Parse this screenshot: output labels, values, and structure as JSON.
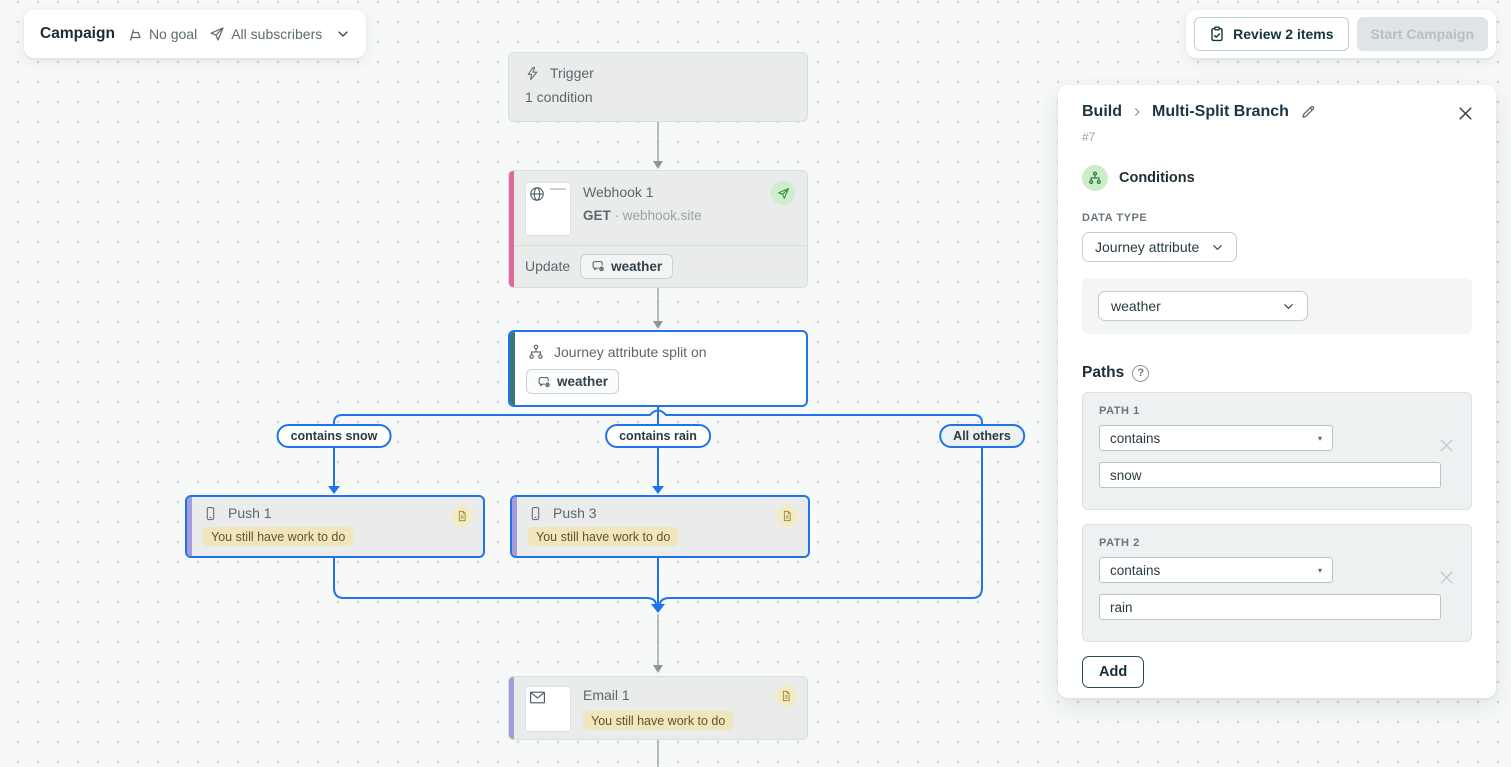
{
  "canvas": {
    "campaign_bar": {
      "title": "Campaign",
      "goal_label": "No goal",
      "audience_label": "All subscribers"
    },
    "actions": {
      "review_label": "Review 2 items",
      "start_label": "Start Campaign"
    },
    "nodes": {
      "trigger": {
        "title": "Trigger",
        "subtitle": "1 condition"
      },
      "webhook": {
        "title": "Webhook 1",
        "method": "GET",
        "separator": "·",
        "url": "webhook.site",
        "action_label": "Update",
        "chip": "weather"
      },
      "split": {
        "title": "Journey attribute split on",
        "chip": "weather"
      },
      "push1": {
        "title": "Push 1",
        "status": "You still have work to do"
      },
      "push3": {
        "title": "Push 3",
        "status": "You still have work to do"
      },
      "email1": {
        "title": "Email 1",
        "status": "You still have work to do"
      }
    },
    "branches": [
      "contains snow",
      "contains rain",
      "All others"
    ]
  },
  "panel": {
    "breadcrumb": {
      "section": "Build",
      "title": "Multi-Split Branch"
    },
    "node_id": "#7",
    "conditions_label": "Conditions",
    "data_type": {
      "label": "DATA TYPE",
      "value": "Journey attribute"
    },
    "attribute_select": {
      "value": "weather"
    },
    "paths": {
      "label": "Paths",
      "items": [
        {
          "label": "PATH 1",
          "operator": "contains",
          "value": "snow"
        },
        {
          "label": "PATH 2",
          "operator": "contains",
          "value": "rain"
        }
      ],
      "add_label": "Add"
    }
  },
  "icons": {
    "question_mark": "?",
    "select_caret": "▾"
  },
  "colors": {
    "accent_blue": "#2173e8",
    "stripe_pink": "#e2679e",
    "stripe_purple": "#a39edb",
    "stripe_teal": "#3d7476",
    "status_yellow_bg": "#efe6bc",
    "status_yellow_text": "#5f5526",
    "success_green_bg": "#cdecc9",
    "success_green_icon": "#2e8540",
    "connector_gray": "#8b979c",
    "canvas_bg": "#f7f9f9"
  }
}
